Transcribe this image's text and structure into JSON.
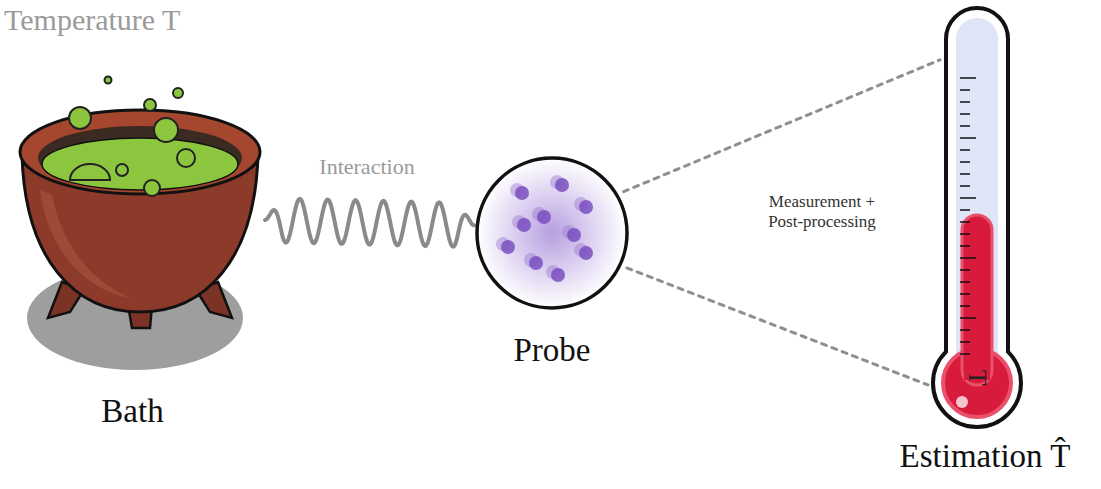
{
  "diagram": {
    "nodes": [
      {
        "text": [
          "Temperature T",
          "Bath"
        ]
      },
      {
        "text": [
          "Probe"
        ]
      },
      {
        "text": [
          "T",
          "Estimation T̂"
        ]
      }
    ],
    "edges": [
      {
        "from": 0,
        "to": 1,
        "arrow": "none",
        "label": "Interaction"
      },
      {
        "from": 1,
        "to": 2,
        "arrow": "none",
        "label": "Measurement + Post-processing"
      },
      {
        "from": 1,
        "to": 2,
        "arrow": "none"
      }
    ]
  }
}
